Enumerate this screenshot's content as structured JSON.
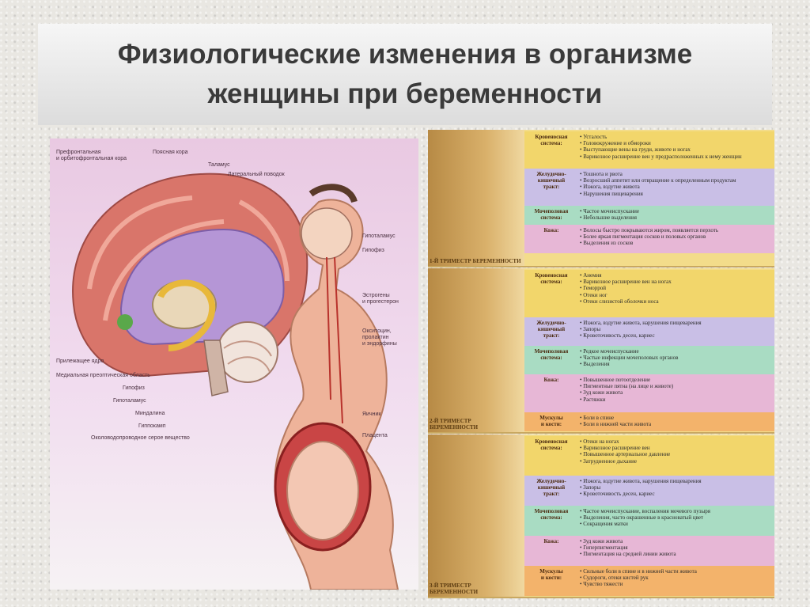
{
  "title": {
    "line1": "Физиологические изменения в организме",
    "line2": "женщины при беременности"
  },
  "colors": {
    "yellow": "#f2d66b",
    "lavender": "#c9bfe6",
    "mint": "#a9dcc3",
    "pink": "#e7b7d6",
    "orange": "#f3b36b"
  },
  "brain_labels": [
    "Префронтальная\nи орбитофронтальная кора",
    "Поясная кора",
    "Таламус",
    "Латеральный поводок",
    "Гипоталамус",
    "Гипофиз",
    "Эстрогены\nи прогестерон",
    "Окситоцин,\nпролактин\nи эндорфины",
    "Прилежащее ядро",
    "Медиальная преоптическая область",
    "Гипофиз",
    "Гипоталамус",
    "Миндалина",
    "Гиппокамп",
    "Околоводопроводное серое вещество",
    "Яичник",
    "Плацента"
  ],
  "trimesters": [
    {
      "label": "1-Й ТРИМЕСТР БЕРЕМЕННОСТИ",
      "rows": [
        {
          "head": "Кровеносная\nсистема:",
          "color": "#f2d66b",
          "items": [
            "Усталость",
            "Головокружение и обмороки",
            "Выступающие вены на груди, животе и ногах",
            "Варикозное расширение вен у предрасположенных к нему женщин"
          ]
        },
        {
          "head": "Желудочно-\nкишечный\nтракт:",
          "color": "#c9bfe6",
          "items": [
            "Тошнота и рвота",
            "Возросший аппетит или отвращение к определенным продуктам",
            "Изжога, вздутие живота",
            "Нарушения пищеварения"
          ]
        },
        {
          "head": "Мочеполовая\nсистема:",
          "color": "#a9dcc3",
          "items": [
            "Частое мочеиспускание",
            "Небольшие выделения"
          ]
        },
        {
          "head": "Кожа:",
          "color": "#e7b7d6",
          "items": [
            "Волосы быстро покрываются жиром, появляется перхоть",
            "Более яркая пигментация сосков и половых органов",
            "Выделения из сосков"
          ]
        }
      ]
    },
    {
      "label": "2-Й ТРИМЕСТР\nБЕРЕМЕННОСТИ",
      "rows": [
        {
          "head": "Кровеносная\nсистема:",
          "color": "#f2d66b",
          "items": [
            "Анемия",
            "Варикозное расширение вен на ногах",
            "Геморрой",
            "Отеки ног",
            "Отеки слизистой оболочки носа"
          ]
        },
        {
          "head": "Желудочно-\nкишечный\nтракт:",
          "color": "#c9bfe6",
          "items": [
            "Изжога, вздутие живота, нарушения пищеварения",
            "Запоры",
            "Кровоточивость десен, кариес"
          ]
        },
        {
          "head": "Мочеполовая\nсистема:",
          "color": "#a9dcc3",
          "items": [
            "Редкое мочеиспускание",
            "Частые инфекции мочеполовых органов",
            "Выделения"
          ]
        },
        {
          "head": "Кожа:",
          "color": "#e7b7d6",
          "items": [
            "Повышенное потоотделение",
            "Пигментные пятна (на лице и животе)",
            "Зуд кожи живота",
            "Растяжки"
          ]
        },
        {
          "head": "Мускулы\nи кости:",
          "color": "#f3b36b",
          "items": [
            "Боли в спине",
            "Боли в нижней части живота"
          ]
        }
      ]
    },
    {
      "label": "3-Й ТРИМЕСТР\nБЕРЕМЕННОСТИ",
      "rows": [
        {
          "head": "Кровеносная\nсистема:",
          "color": "#f2d66b",
          "items": [
            "Отеки на ногах",
            "Варикозное расширение вен",
            "Повышенное артериальное давление",
            "Затрудненное дыхание"
          ]
        },
        {
          "head": "Желудочно-\nкишечный\nтракт:",
          "color": "#c9bfe6",
          "items": [
            "Изжога, вздутие живота, нарушения пищеварения",
            "Запоры",
            "Кровоточивость десен, кариес"
          ]
        },
        {
          "head": "Мочеполовая\nсистема:",
          "color": "#a9dcc3",
          "items": [
            "Частое мочеиспускание, воспаления мочевого пузыря",
            "Выделения, часто окрашенные в красноватый цвет",
            "Сокращения матки"
          ]
        },
        {
          "head": "Кожа:",
          "color": "#e7b7d6",
          "items": [
            "Зуд кожи живота",
            "Гиперпигментация",
            "Пигментация на средней линии живота"
          ]
        },
        {
          "head": "Мускулы\nи кости:",
          "color": "#f3b36b",
          "items": [
            "Сильные боли в спине и в нижней части живота",
            "Судороги, отеки кистей рук",
            "Чувство тяжести"
          ]
        }
      ]
    }
  ]
}
